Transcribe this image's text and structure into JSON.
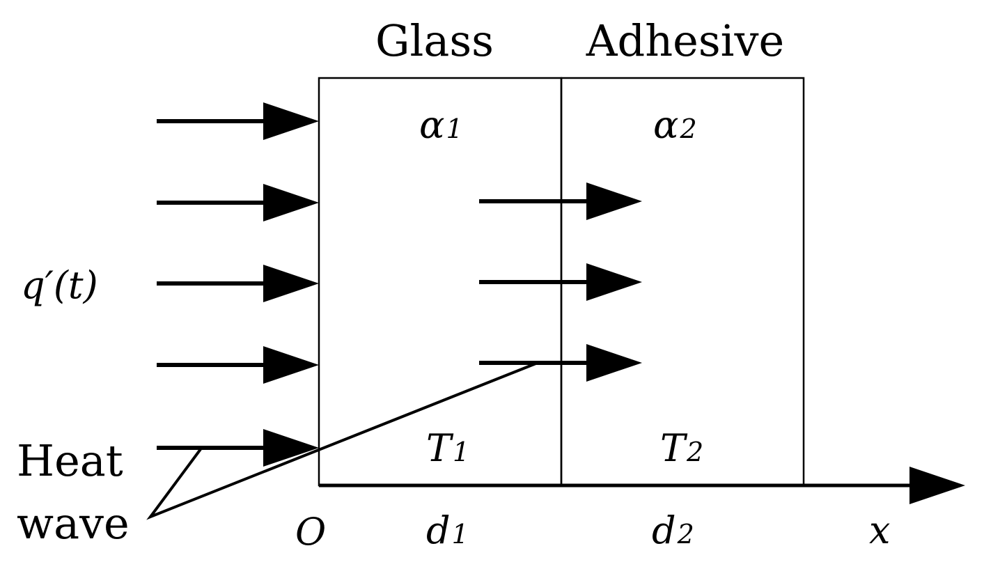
{
  "layers": {
    "glass": {
      "title": "Glass",
      "diffusivity_symbol": "α",
      "diffusivity_sub": "1",
      "temperature_symbol": "T",
      "temperature_sub": "1",
      "thickness_symbol": "d",
      "thickness_sub": "1"
    },
    "adhesive": {
      "title": "Adhesive",
      "diffusivity_symbol": "α",
      "diffusivity_sub": "2",
      "temperature_symbol": "T",
      "temperature_sub": "2",
      "thickness_symbol": "d",
      "thickness_sub": "2"
    }
  },
  "heat_flux_label": "q′(t)",
  "heat_wave_label": {
    "line1": "Heat",
    "line2": "wave"
  },
  "origin_label": "O",
  "axis_label": "x",
  "colors": {
    "stroke": "#000000",
    "background": "#ffffff"
  }
}
